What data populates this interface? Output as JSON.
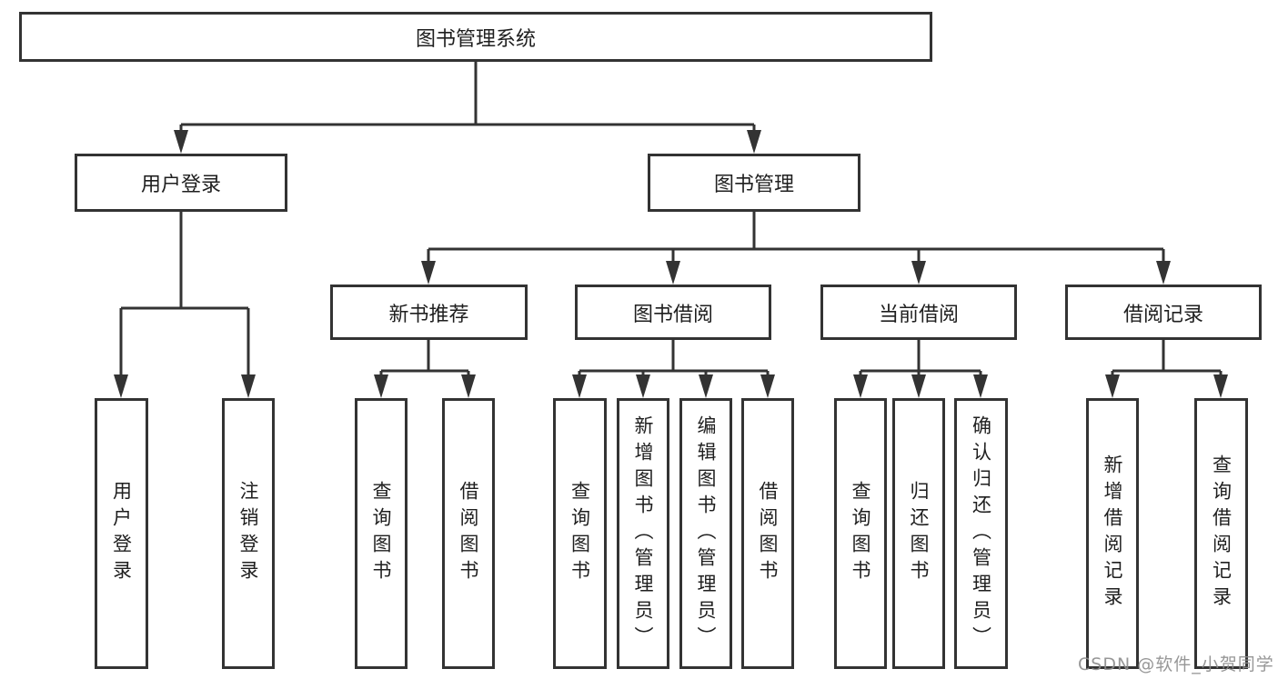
{
  "diagram": {
    "root": {
      "label": "图书管理系统"
    },
    "level2": {
      "user_login": {
        "label": "用户登录"
      },
      "book_management": {
        "label": "图书管理"
      }
    },
    "level3": {
      "new_book_recommend": {
        "label": "新书推荐"
      },
      "book_borrow": {
        "label": "图书借阅"
      },
      "current_borrow": {
        "label": "当前借阅"
      },
      "borrow_records": {
        "label": "借阅记录"
      }
    },
    "leaves": {
      "user_login": {
        "label": "用户登录"
      },
      "logout": {
        "label": "注销登录"
      },
      "recommend_query_books": {
        "label": "查询图书"
      },
      "recommend_borrow_books": {
        "label": "借阅图书"
      },
      "borrow_query_books": {
        "label": "查询图书"
      },
      "borrow_add_books": {
        "label": "新增图书（管理员）"
      },
      "borrow_edit_books": {
        "label": "编辑图书（管理员）"
      },
      "borrow_borrow_books": {
        "label": "借阅图书"
      },
      "current_query_books": {
        "label": "查询图书"
      },
      "current_return_books": {
        "label": "归还图书"
      },
      "current_confirm_return": {
        "label": "确认归还（管理员）"
      },
      "records_add_record": {
        "label": "新增借阅记录"
      },
      "records_query_record": {
        "label": "查询借阅记录"
      }
    }
  },
  "watermark": {
    "text": "CSDN @软件_小贺同学"
  },
  "colors": {
    "line": "#333333",
    "text": "#1f1f1f",
    "background": "#ffffff",
    "watermark": "#8c8c8c"
  }
}
